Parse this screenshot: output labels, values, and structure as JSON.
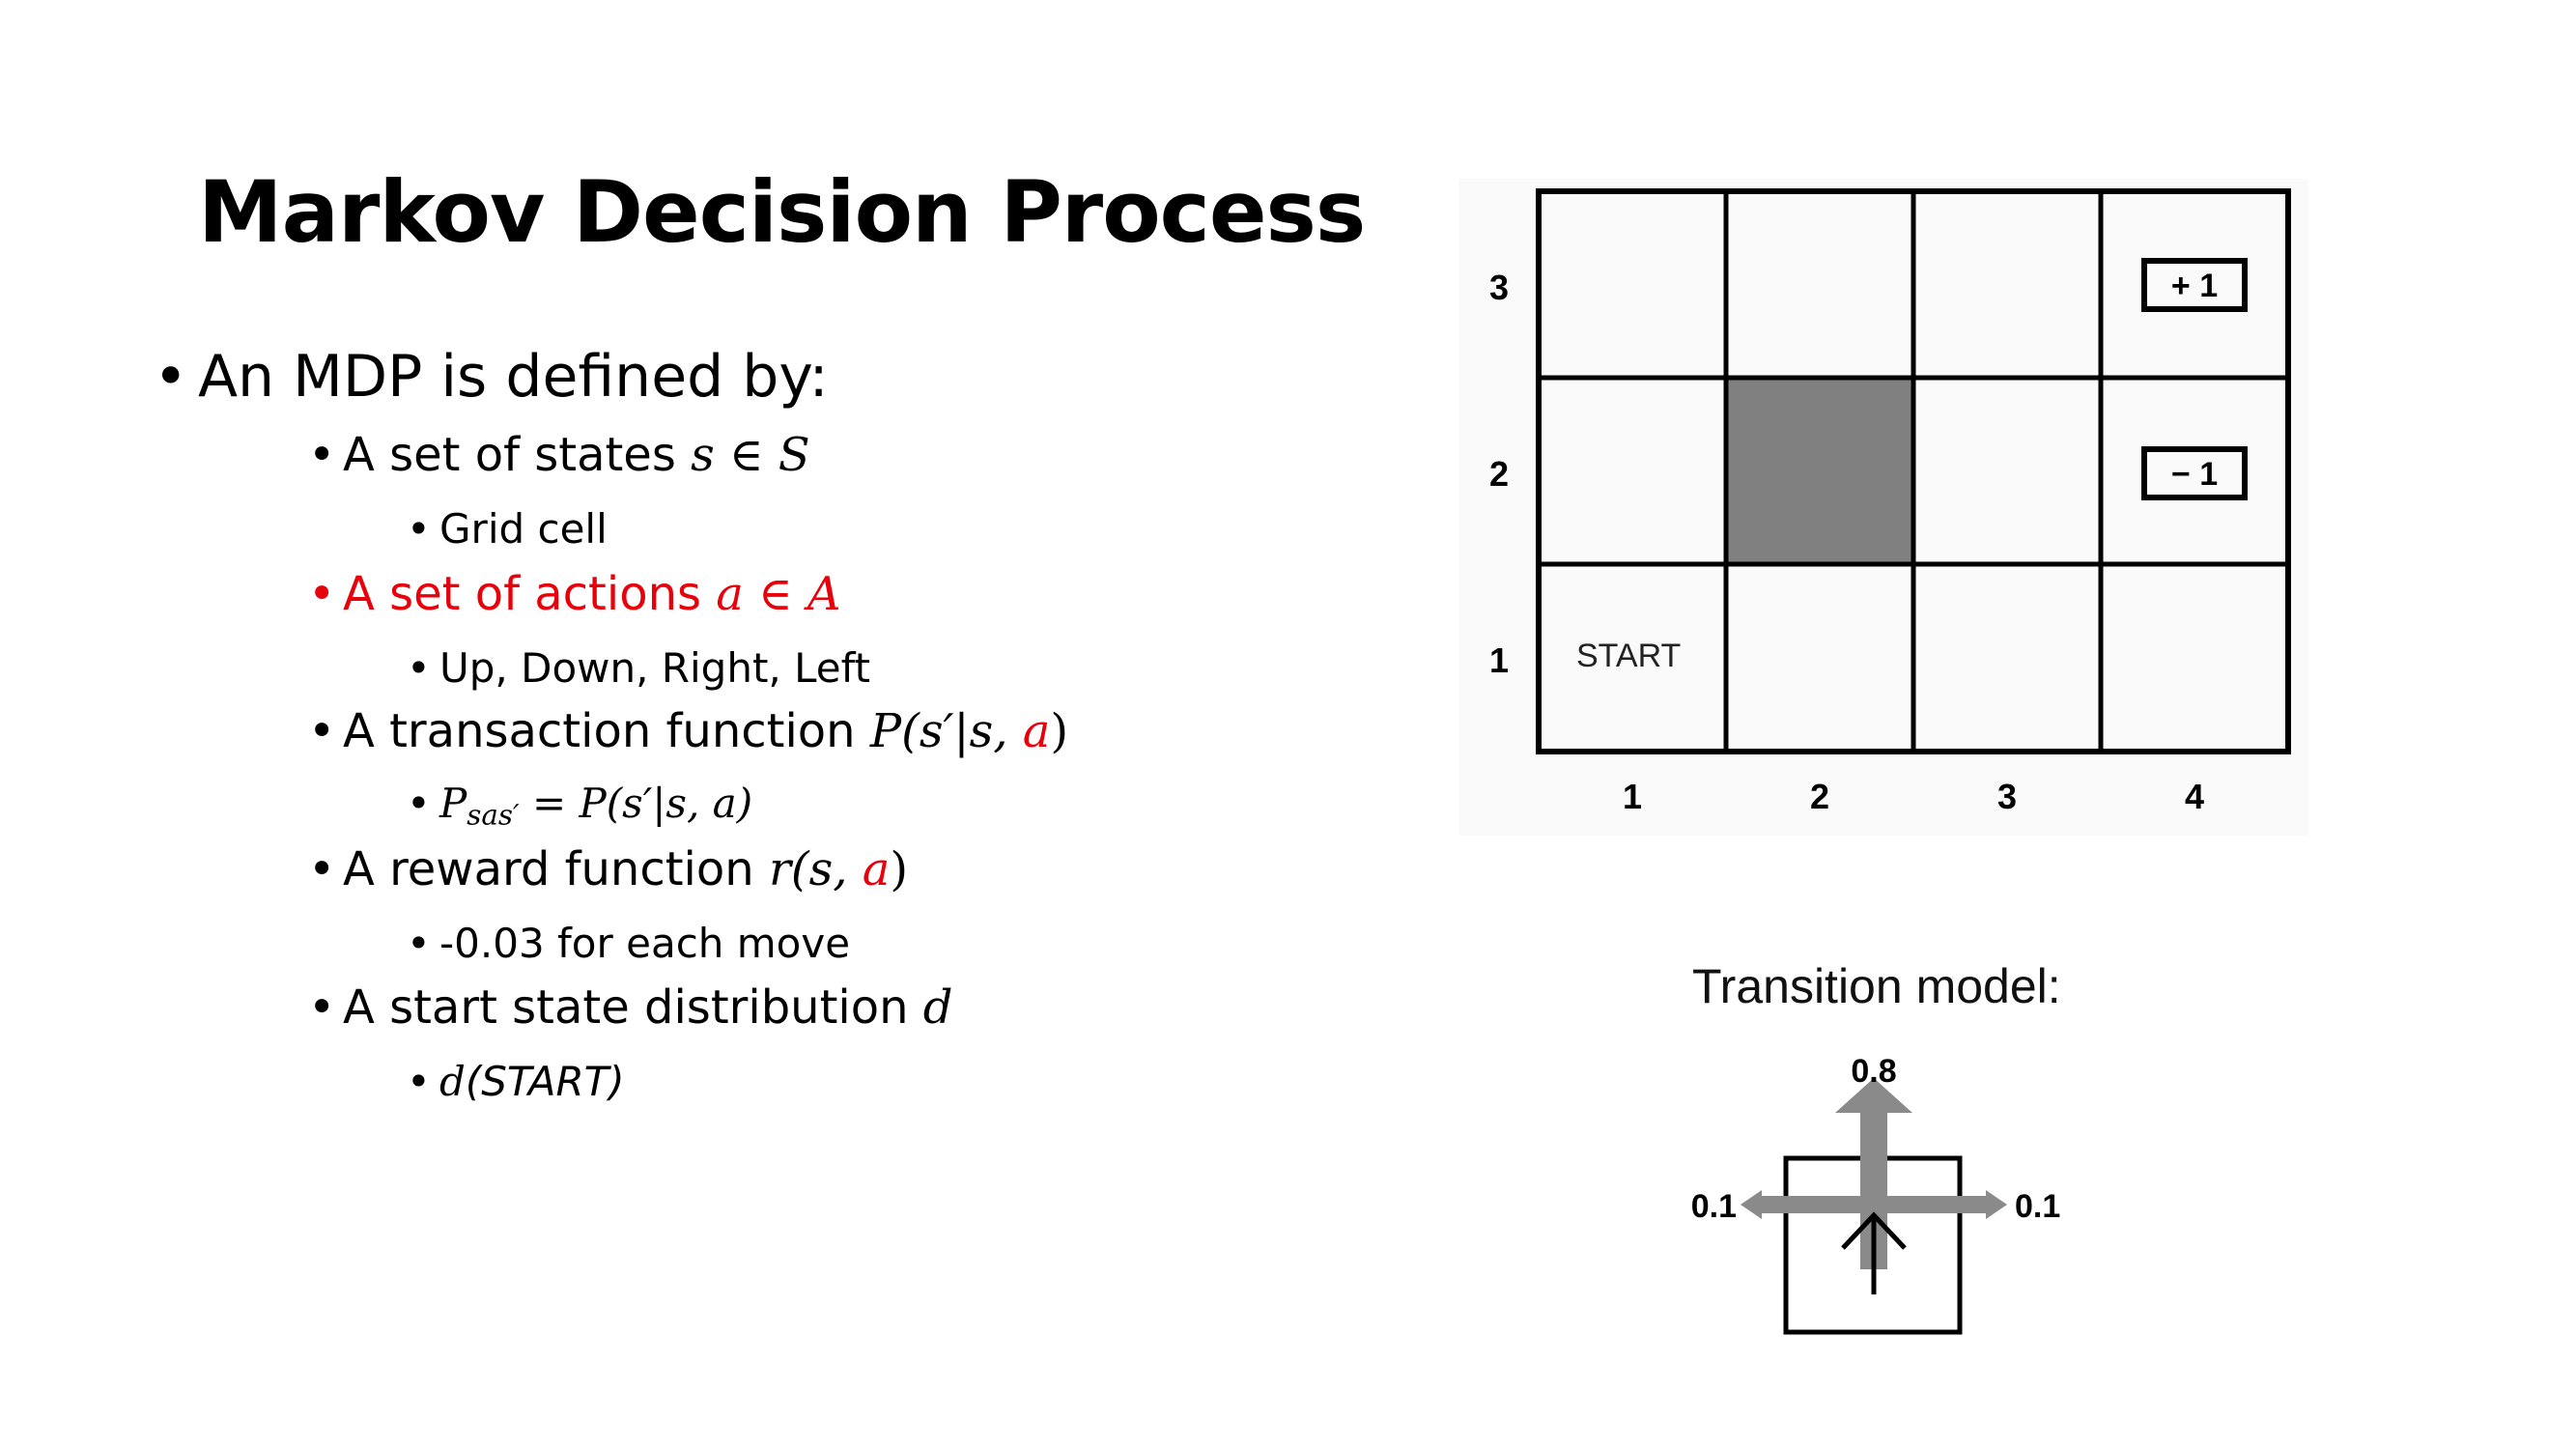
{
  "slide": {
    "title": "Markov Decision Process",
    "colors": {
      "accent_red": "#e8000b",
      "obstacle": "#808080",
      "arrow": "#8a8a8a"
    }
  },
  "bullets": {
    "intro": "An MDP is defined by:",
    "states": {
      "text": "A set of states ",
      "math": "s ∈ S",
      "detail": "Grid cell"
    },
    "actions": {
      "text": "A set of actions ",
      "math": "a ∈ A",
      "detail": "Up, Down, Right, Left"
    },
    "transition": {
      "text": "A transaction function ",
      "math_prefix": "P(s′|s, ",
      "math_action": "a",
      "math_suffix": ")",
      "detail_P": "P",
      "detail_sub": "sas′",
      "detail_rest": " = P(s′|s, a)"
    },
    "reward": {
      "text": "A reward function ",
      "math_prefix": "r(s, ",
      "math_action": "a",
      "math_suffix": ")",
      "detail": "-0.03 for each move"
    },
    "start": {
      "text": "A start state distribution ",
      "math": "d",
      "detail_math": "d",
      "detail_rest": "(START)"
    }
  },
  "grid": {
    "row_labels": [
      "3",
      "2",
      "1"
    ],
    "col_labels": [
      "1",
      "2",
      "3",
      "4"
    ],
    "start_label": "START",
    "plus_reward": "+ 1",
    "minus_reward": "− 1",
    "obstacle_cell": "2,2"
  },
  "transition_model": {
    "label": "Transition model:",
    "forward_prob": "0.8",
    "left_prob": "0.1",
    "right_prob": "0.1"
  }
}
